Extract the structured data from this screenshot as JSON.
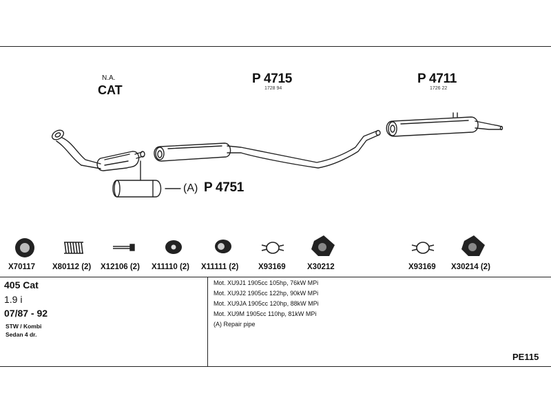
{
  "diagram": {
    "cat_note": "N.A.",
    "cat_label": "CAT",
    "parts_main": [
      {
        "number": "P 4715",
        "ref": "1728 94"
      },
      {
        "number": "P 4711",
        "ref": "1726 22"
      }
    ],
    "repair": {
      "prefix": "(A)",
      "number": "P 4751"
    }
  },
  "hardware": [
    {
      "code": "X70117",
      "icon": "gasket-ring-icon"
    },
    {
      "code": "X80112 (2)",
      "icon": "spring-icon"
    },
    {
      "code": "X12106 (2)",
      "icon": "bolt-icon"
    },
    {
      "code": "X11110 (2)",
      "icon": "rubber-mount-icon"
    },
    {
      "code": "X11111 (2)",
      "icon": "rubber-ring-icon"
    },
    {
      "code": "X93169",
      "icon": "clamp-icon"
    },
    {
      "code": "X30212",
      "icon": "flange-gasket-icon"
    },
    {
      "code": "X93169",
      "icon": "clamp-icon"
    },
    {
      "code": "X30214 (2)",
      "icon": "flange-gasket-icon"
    }
  ],
  "vehicle": {
    "model": "405 Cat",
    "engine": "1.9 i",
    "years": "07/87 - 92",
    "body_types": [
      "STW / Kombi",
      "Sedan 4 dr."
    ]
  },
  "engines": [
    "Mot. XU9J1 1905cc 105hp, 76kW MPi",
    "Mot. XU9J2 1905cc 122hp, 90kW MPi",
    "Mot. XU9JA 1905cc 120hp, 88kW MPi",
    "Mot. XU9M 1905cc 110hp, 81kW MPi",
    "(A) Repair pipe"
  ],
  "kit_code": "PE115"
}
